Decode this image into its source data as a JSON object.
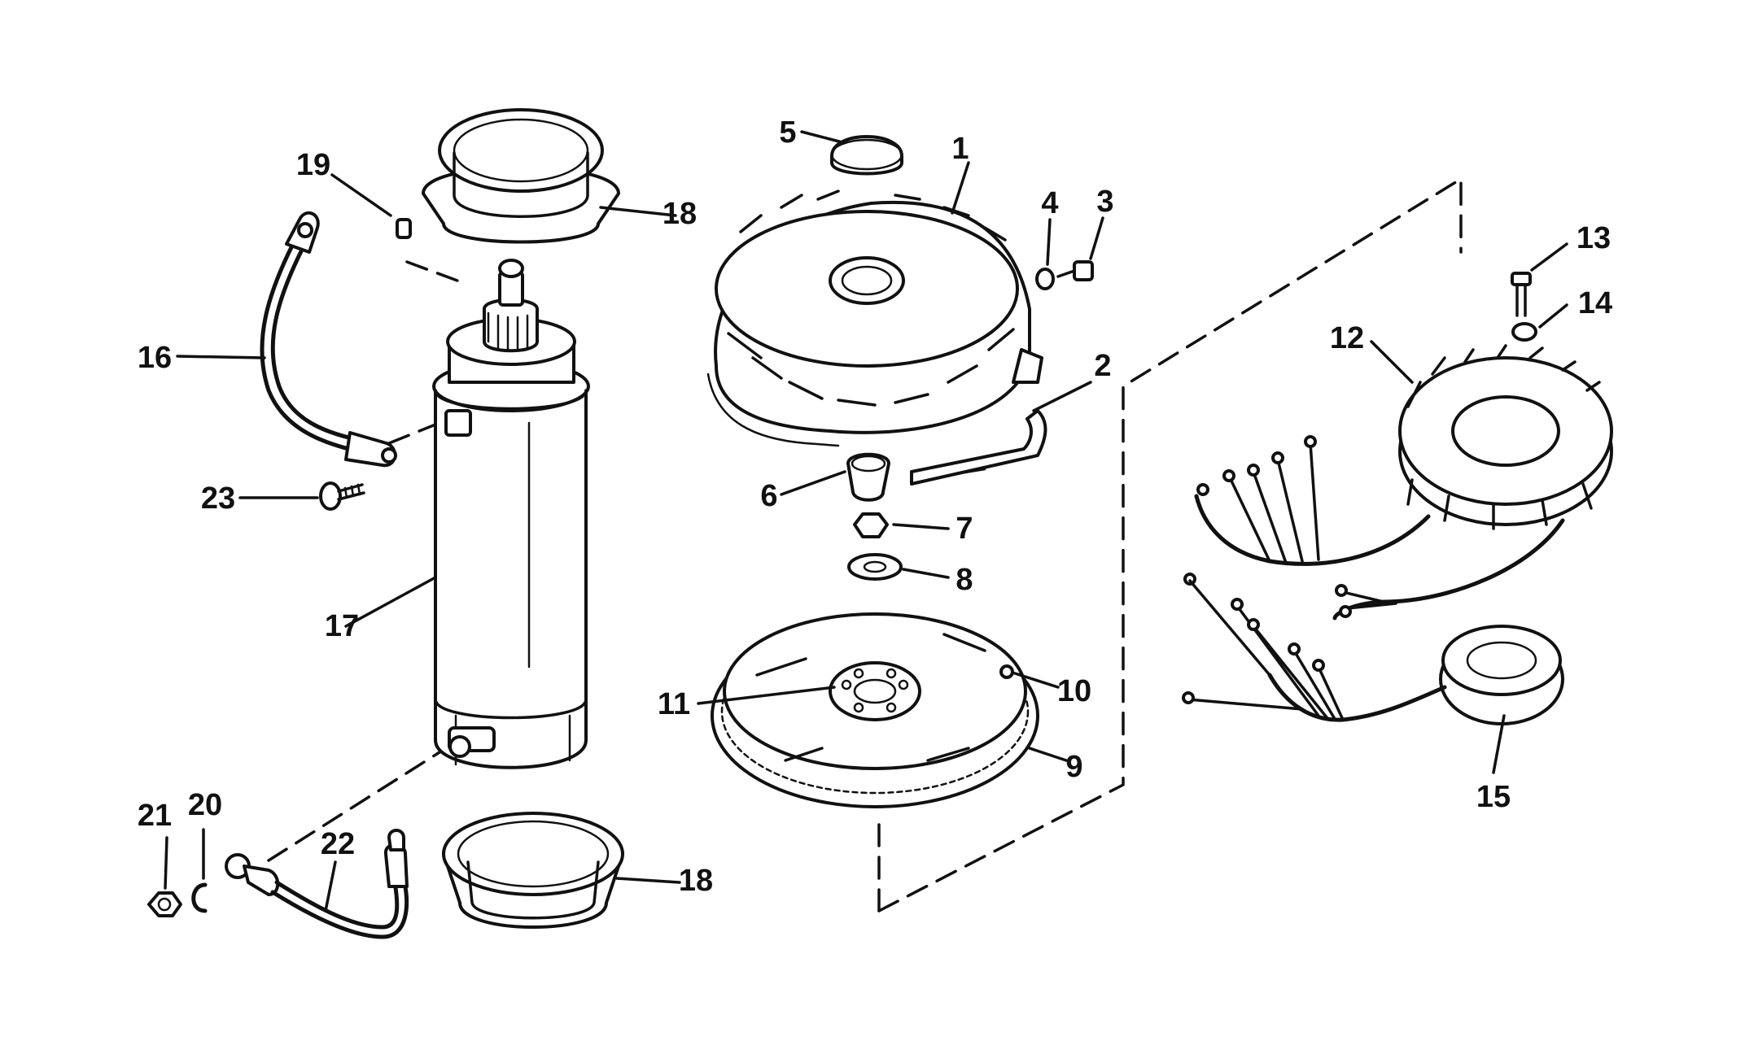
{
  "callouts": [
    "1",
    "2",
    "3",
    "4",
    "5",
    "6",
    "7",
    "8",
    "9",
    "10",
    "11",
    "12",
    "13",
    "14",
    "15",
    "16",
    "17",
    "18",
    "18",
    "19",
    "20",
    "21",
    "22",
    "23"
  ]
}
